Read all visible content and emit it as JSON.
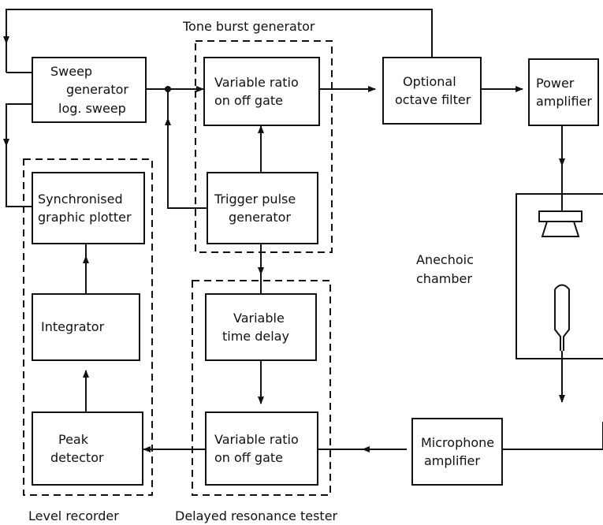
{
  "groups": {
    "tone_burst": "Tone burst generator",
    "level_recorder": "Level recorder",
    "delayed_resonance": "Delayed resonance  tester"
  },
  "blocks": {
    "sweep": [
      "Sweep",
      "generator",
      "log. sweep"
    ],
    "gate_top": [
      "Variable ratio",
      "on off gate"
    ],
    "octave": [
      "Optional",
      "octave filter"
    ],
    "power_amp": [
      "Power",
      "amplifier"
    ],
    "plotter": [
      "Synchronised",
      "graphic plotter"
    ],
    "trigger": [
      "Trigger  pulse",
      "generator"
    ],
    "integrator": [
      "Integrator"
    ],
    "delay": [
      "Variable",
      "time  delay"
    ],
    "peak": [
      "Peak",
      "detector"
    ],
    "gate_bottom": [
      "Variable ratio",
      "on  off  gate"
    ],
    "mic_amp": [
      "Microphone",
      "amplifier"
    ]
  },
  "chamber": [
    "Anechoic",
    "chamber"
  ]
}
